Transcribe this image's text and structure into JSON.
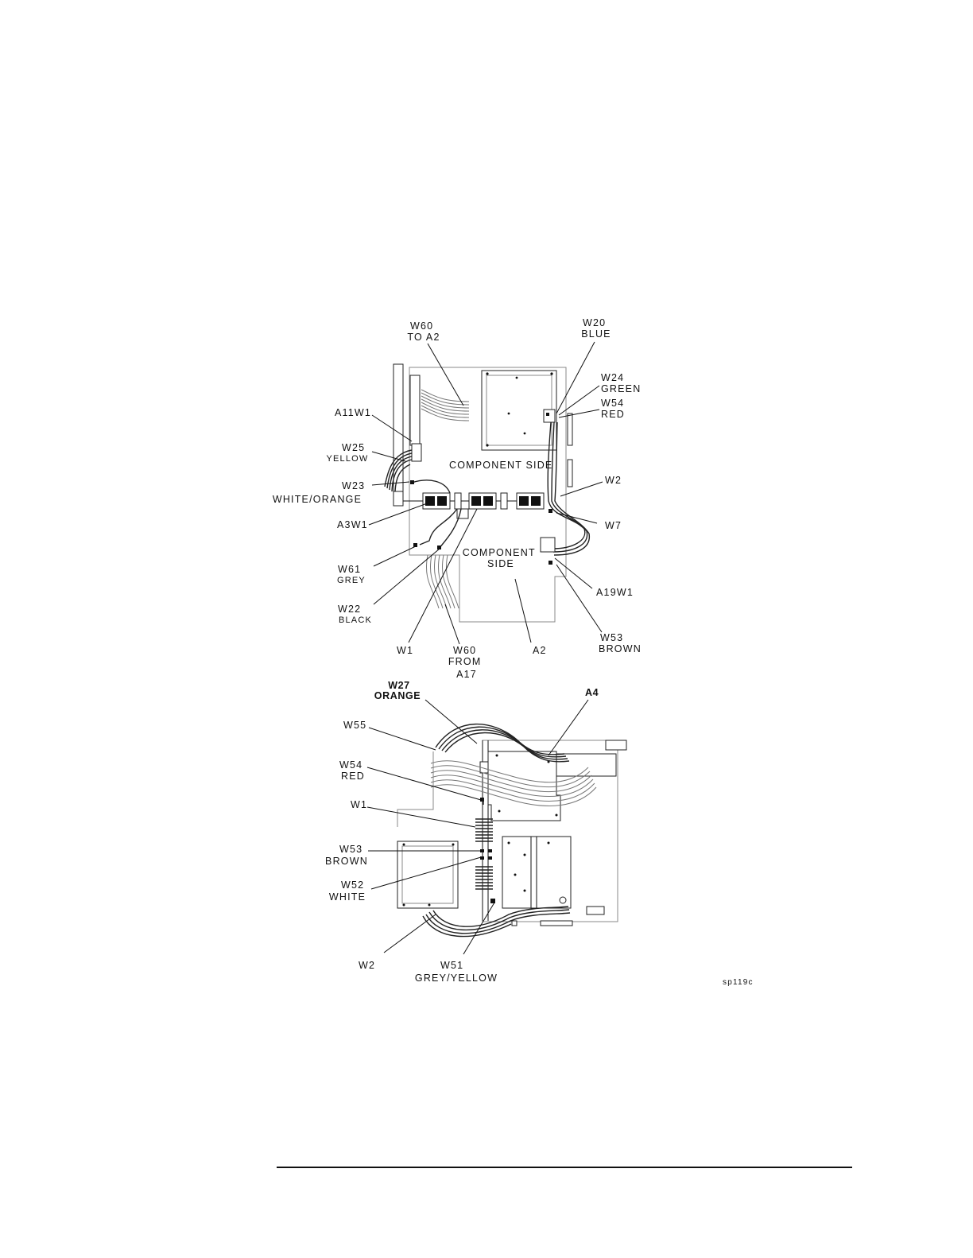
{
  "top_view": {
    "labels": [
      {
        "id": "w60-to-a2",
        "lines": [
          "W60",
          "TO A2"
        ]
      },
      {
        "id": "w20-blue",
        "lines": [
          "W20",
          "BLUE"
        ]
      },
      {
        "id": "w24-green",
        "lines": [
          "W24",
          "GREEN"
        ]
      },
      {
        "id": "w54-red",
        "lines": [
          "W54",
          "RED"
        ]
      },
      {
        "id": "a11w1",
        "lines": [
          "A11W1"
        ]
      },
      {
        "id": "w25-yellow",
        "lines": [
          "W25",
          "YELLOW"
        ]
      },
      {
        "id": "component-side-upper",
        "lines": [
          "COMPONENT SIDE"
        ]
      },
      {
        "id": "w23-white-orange",
        "lines": [
          "W23",
          "WHITE/ORANGE"
        ]
      },
      {
        "id": "w2",
        "lines": [
          "W2"
        ]
      },
      {
        "id": "a3w1",
        "lines": [
          "A3W1"
        ]
      },
      {
        "id": "w7",
        "lines": [
          "W7"
        ]
      },
      {
        "id": "component-side-lower",
        "lines": [
          "COMPONENT",
          "SIDE"
        ]
      },
      {
        "id": "w61-grey",
        "lines": [
          "W61",
          "GREY"
        ]
      },
      {
        "id": "a19w1",
        "lines": [
          "A19W1"
        ]
      },
      {
        "id": "w22-black",
        "lines": [
          "W22",
          "BLACK"
        ]
      },
      {
        "id": "w53-brown",
        "lines": [
          "W53",
          "BROWN"
        ]
      },
      {
        "id": "w1",
        "lines": [
          "W1"
        ]
      },
      {
        "id": "w60-from-a17",
        "lines": [
          "W60",
          "FROM",
          "A17"
        ]
      },
      {
        "id": "a2",
        "lines": [
          "A2"
        ]
      }
    ]
  },
  "bottom_view": {
    "labels": [
      {
        "id": "w27-orange",
        "lines": [
          "W27",
          "ORANGE"
        ]
      },
      {
        "id": "a4",
        "lines": [
          "A4"
        ]
      },
      {
        "id": "w55",
        "lines": [
          "W55"
        ]
      },
      {
        "id": "w54-red",
        "lines": [
          "W54",
          "RED"
        ]
      },
      {
        "id": "w1",
        "lines": [
          "W1"
        ]
      },
      {
        "id": "w53-brown",
        "lines": [
          "W53",
          "BROWN"
        ]
      },
      {
        "id": "w52-white",
        "lines": [
          "W52",
          "WHITE"
        ]
      },
      {
        "id": "w2",
        "lines": [
          "W2"
        ]
      },
      {
        "id": "w51-grey-yellow",
        "lines": [
          "W51",
          "GREY/YELLOW"
        ]
      }
    ]
  },
  "figure_code": "sp119c"
}
